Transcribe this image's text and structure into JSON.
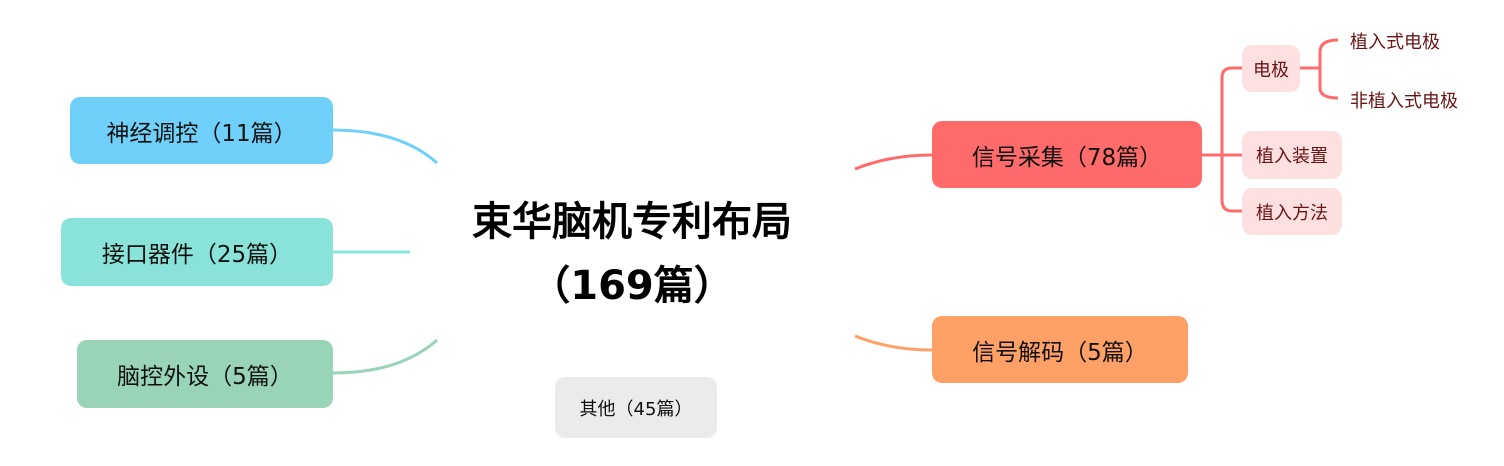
{
  "center": {
    "title": "束华脑机专利布局",
    "count": "（169篇）"
  },
  "left_branches": [
    {
      "label": "神经调控（11篇）",
      "color": "#6fd0f9"
    },
    {
      "label": "接口器件（25篇）",
      "color": "#8ae3d8"
    },
    {
      "label": "脑控外设（5篇）",
      "color": "#99d4b8"
    }
  ],
  "right_branches": [
    {
      "label": "信号采集（78篇）",
      "color": "#ff6b6b",
      "children": [
        {
          "label": "电极",
          "children": [
            {
              "label": "植入式电极"
            },
            {
              "label": "非植入式电极"
            }
          ]
        },
        {
          "label": "植入装置"
        },
        {
          "label": "植入方法"
        }
      ]
    },
    {
      "label": "信号解码（5篇）",
      "color": "#ffa066"
    }
  ],
  "other": {
    "label": "其他（45篇）",
    "color": "#ebebec"
  }
}
